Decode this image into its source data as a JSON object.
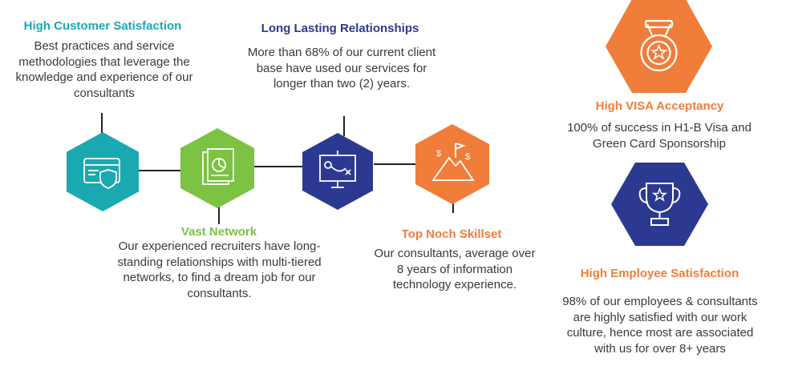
{
  "colors": {
    "teal": "#1aa9b1",
    "green": "#7cc243",
    "navy": "#2b3990",
    "orange": "#f07d3a",
    "connector": "#222222",
    "text": "#3a3a3a"
  },
  "timeline": [
    {
      "title": "High Customer Satisfaction",
      "description": "Best practices and service methodologies that leverage the knowledge and experience of our consultants",
      "icon": "credit-card-shield-icon",
      "color": "teal"
    },
    {
      "title": "Vast Network",
      "description": "Our experienced recruiters have long-standing relationships with multi-tiered networks, to find a dream job for our consultants.",
      "icon": "documents-chart-icon",
      "color": "green"
    },
    {
      "title": "Long Lasting Relationships",
      "description": "More than 68% of our current client base have used our services for longer than two (2) years.",
      "icon": "strategy-board-icon",
      "color": "navy"
    },
    {
      "title": "Top Noch Skillset",
      "description": "Our consultants, average over 8 years of information technology experience.",
      "icon": "mountain-flag-icon",
      "color": "orange"
    }
  ],
  "side": [
    {
      "title": "High VISA Acceptancy",
      "description": "100% of success in H1-B Visa and Green Card Sponsorship",
      "icon": "medal-icon",
      "color": "orange"
    },
    {
      "title": "High Employee Satisfaction",
      "description": "98% of our employees & consultants are highly satisfied with our work culture, hence most are associated with us for over 8+ years",
      "icon": "trophy-icon",
      "color": "navy"
    }
  ]
}
